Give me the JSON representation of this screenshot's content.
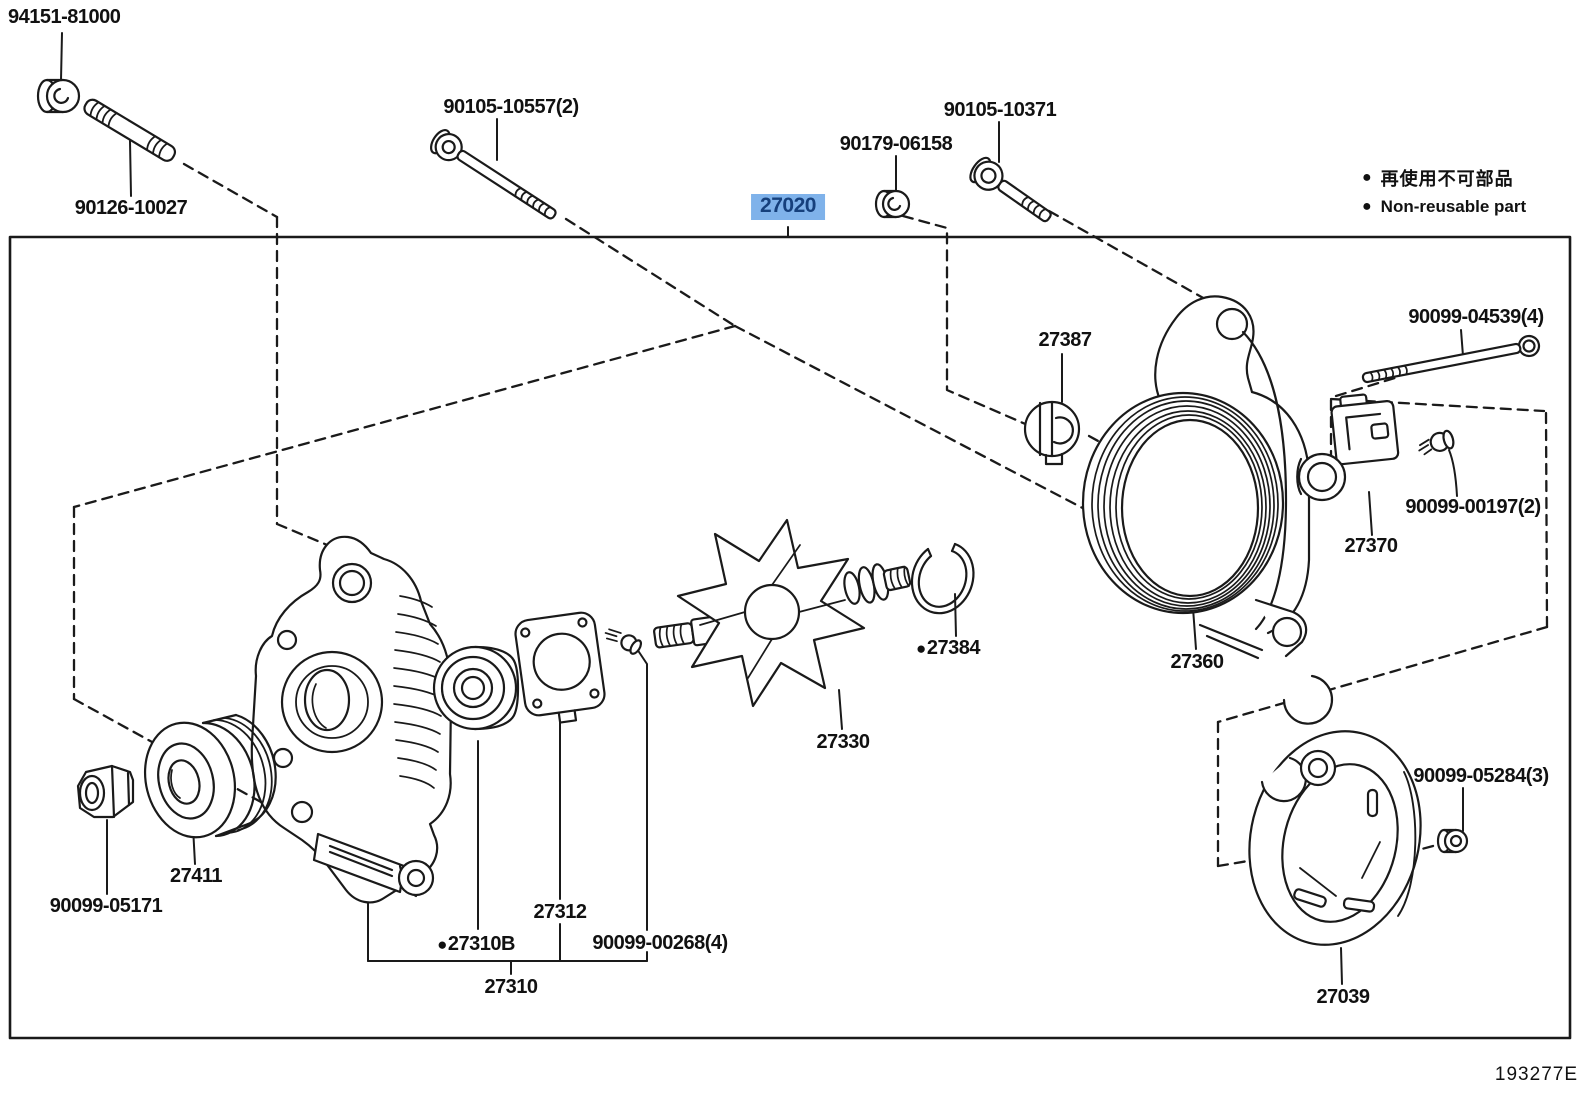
{
  "diagram": {
    "doc_code": "193277E",
    "selected_part": "27020",
    "highlight_bg": "#7fb2ea",
    "highlight_fg": "#16407c",
    "bullet": "●",
    "legend": {
      "bullet": "●",
      "jp": "再使用不可部品",
      "en": "Non-reusable part"
    },
    "labels": {
      "n94151_81000": "94151-81000",
      "n90126_10027": "90126-10027",
      "n90105_10557": "90105-10557(2)",
      "n90179_06158": "90179-06158",
      "n90105_10371": "90105-10371",
      "n27020": "27020",
      "n27387": "27387",
      "n90099_04539": "90099-04539(4)",
      "n90099_00197": "90099-00197(2)",
      "n27370": "27370",
      "n27360": "27360",
      "n27384": "27384",
      "n27330": "27330",
      "n27411": "27411",
      "n90099_05171": "90099-05171",
      "n27312": "27312",
      "n27310B": "27310B",
      "n90099_00268": "90099-00268(4)",
      "n27310": "27310",
      "n27039": "27039",
      "n90099_05284": "90099-05284(3)"
    }
  }
}
